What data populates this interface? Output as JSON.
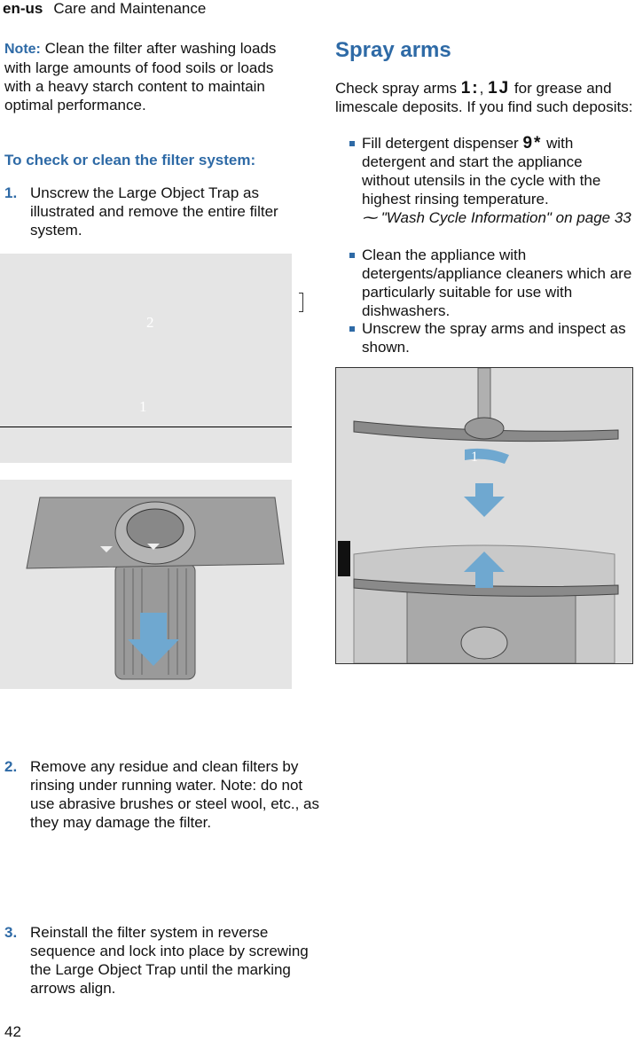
{
  "header": {
    "locale": "en-us",
    "section": "Care and Maintenance"
  },
  "left": {
    "note_label": "Note:",
    "note_text": " Clean the filter after washing loads with large amounts of food soils or loads with a heavy starch content to maintain optimal performance.",
    "subheading": "To check or clean the filter system:",
    "steps": [
      {
        "num": "1.",
        "text": "Unscrew the Large Object Trap as illustrated and remove the entire filter system."
      },
      {
        "num": "2.",
        "text": "Remove any residue and clean filters by rinsing under running water. Note: do not use abrasive brushes or steel wool, etc., as they may damage the filter."
      },
      {
        "num": "3.",
        "text": "Reinstall the filter system in reverse sequence and lock into place by screwing the Large Object Trap until the marking arrows align."
      }
    ],
    "figure1_labels": {
      "a": "2",
      "b": "1"
    }
  },
  "right": {
    "heading": "Spray arms",
    "intro_a": "Check spray arms ",
    "sym1": "1:",
    "sep": ", ",
    "sym2": "1J",
    "intro_b": " for grease and limescale deposits. If you find such deposits:",
    "bullets": [
      {
        "text_a": "Fill detergent dispenser ",
        "sym": "9*",
        "text_b": " with detergent and start the appliance without utensils in the cycle with the highest rinsing temperature.",
        "ref_arrow": "⁓",
        "ref": " \"Wash Cycle Information\" on page 33"
      },
      {
        "text": "Clean the appliance with detergents/appliance cleaners which are particularly suitable for use with dishwashers."
      },
      {
        "text": "Unscrew the spray arms and inspect as shown."
      }
    ],
    "figure_label": "1"
  },
  "footer": {
    "page": "42"
  },
  "colors": {
    "accent": "#2e6aa6",
    "arrow": "#6fa8d0",
    "figure_bg": "#e5e5e5"
  }
}
